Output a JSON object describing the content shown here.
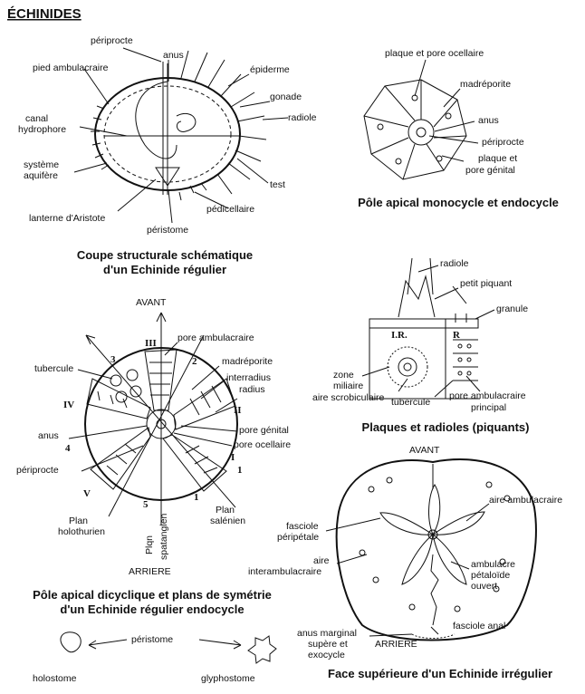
{
  "page_title": "ÉCHINIDES",
  "colors": {
    "ink": "#111111",
    "paper": "#ffffff"
  },
  "panels": {
    "coupe": {
      "title_l1": "Coupe structurale schématique",
      "title_l2": "d'un Echinide régulier",
      "labels": {
        "periprocte": "périprocte",
        "anus": "anus",
        "pied": "pied ambulacraire",
        "epiderme": "épiderme",
        "gonade": "gonade",
        "canal1": "canal",
        "canal2": "hydrophore",
        "radiole": "radiole",
        "systeme1": "système",
        "systeme2": "aquifère",
        "test": "test",
        "lanterne": "lanterne d'Aristote",
        "pedicellaire": "pédicellaire",
        "peristome": "péristome"
      }
    },
    "apical_mono": {
      "title": "Pôle apical monocycle et endocycle",
      "labels": {
        "plaque_pore": "plaque et pore ocellaire",
        "madreporite": "madréporite",
        "anus": "anus",
        "periprocte": "périprocte",
        "plaque1": "plaque et",
        "plaque2": "pore génital"
      }
    },
    "plaques": {
      "title": "Plaques et radioles (piquants)",
      "labels": {
        "radiole": "radiole",
        "petit": "petit piquant",
        "granule": "granule",
        "ir": "I.R.",
        "r": "R",
        "zone1": "zone",
        "zone2": "miliaire",
        "aire": "aire scrobiculaire",
        "tubercule": "tubercule",
        "pore1": "pore ambulacraire",
        "pore2": "principal"
      }
    },
    "dicyclique": {
      "title_l1": "Pôle apical dicyclique et plans de symétrie",
      "title_l2": "d'un Echinide régulier endocycle",
      "labels": {
        "avant": "AVANT",
        "arriere": "ARRIERE",
        "pore_amb": "pore ambulacraire",
        "madreporite": "madréporite",
        "interradius": "interradius",
        "radius": "radius",
        "tubercule": "tubercule",
        "anus": "anus",
        "pore_gen": "pore génital",
        "pore_oce": "pore ocellaire",
        "periprocte": "périprocte",
        "plan_holo1": "Plan",
        "plan_holo2": "holothurien",
        "plan_spat1": "Plqn",
        "plan_spat2": "spatangien",
        "plan_sal1": "Plan",
        "plan_sal2": "salénien",
        "r_III": "III",
        "r_II": "II",
        "r_IV": "IV",
        "r_V": "V",
        "r_I": "I",
        "n3": "3",
        "n2": "2",
        "n4": "4",
        "n1": "1",
        "n5": "5",
        "n1b": "1"
      }
    },
    "peristome": {
      "center": "péristome",
      "holostome": "holostome",
      "glyphostome": "glyphostome"
    },
    "irregulier": {
      "title": "Face supérieure d'un Echinide irrégulier",
      "labels": {
        "avant": "AVANT",
        "arriere": "ARRIERE",
        "aire_amb": "aire ambulacraire",
        "fasciole1": "fasciole",
        "fasciole2": "péripétale",
        "aire1": "aire",
        "aire2": "interambulacraire",
        "amb1": "ambulacre",
        "amb2": "pétaloïde",
        "amb3": "ouvert",
        "anus1": "anus marginal",
        "anus2": "supère et",
        "anus3": "exocycle",
        "fasciole_anal": "fasciole anal"
      }
    }
  }
}
